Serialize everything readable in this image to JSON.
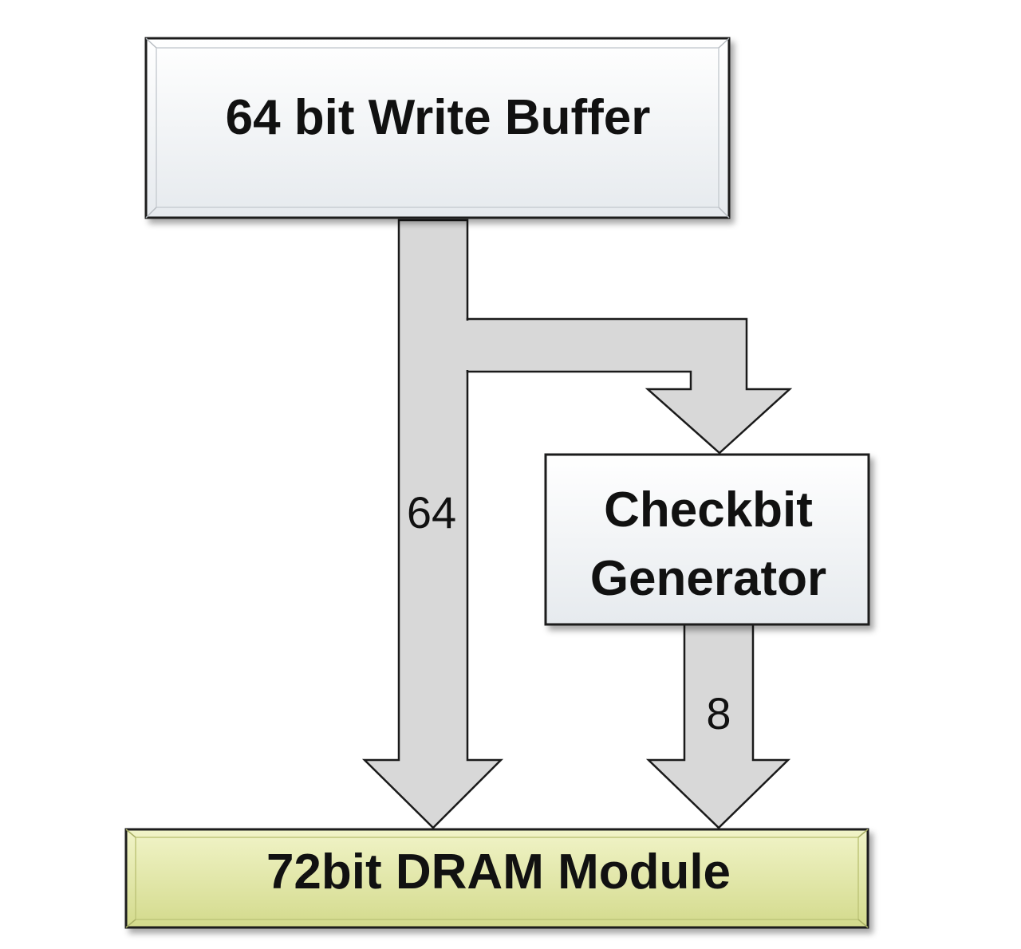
{
  "blocks": {
    "write_buffer": {
      "label": "64 bit Write Buffer"
    },
    "checkbit_generator": {
      "line1": "Checkbit",
      "line2": "Generator"
    },
    "dram_module": {
      "label": "72bit DRAM Module"
    }
  },
  "buses": {
    "data_bus": {
      "width_label": "64"
    },
    "checkbit_bus": {
      "width_label": "8"
    }
  },
  "colors": {
    "box_fill": "#eef1f4",
    "dram_fill": "#e2e7a8",
    "arrow_fill": "#d8d8d8",
    "outline": "#1a1a1a"
  }
}
